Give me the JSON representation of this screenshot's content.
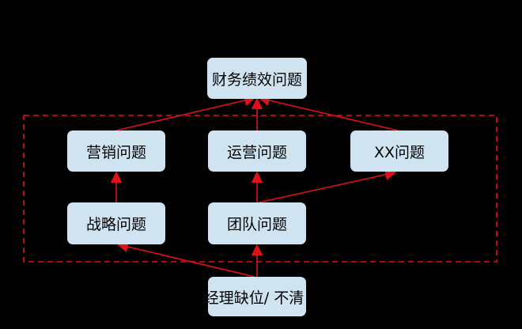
{
  "nodes": {
    "financial": "财务绩效问题",
    "marketing": "营销问题",
    "operations": "运营问题",
    "xx": "XX问题",
    "strategy": "战略问题",
    "team": "团队问题",
    "root": "经理缺位/ 不清"
  },
  "colors": {
    "background": "#000000",
    "node_fill": "#cfe3f1",
    "arrow": "#e0101a",
    "dashed_frame": "#e0101a"
  }
}
